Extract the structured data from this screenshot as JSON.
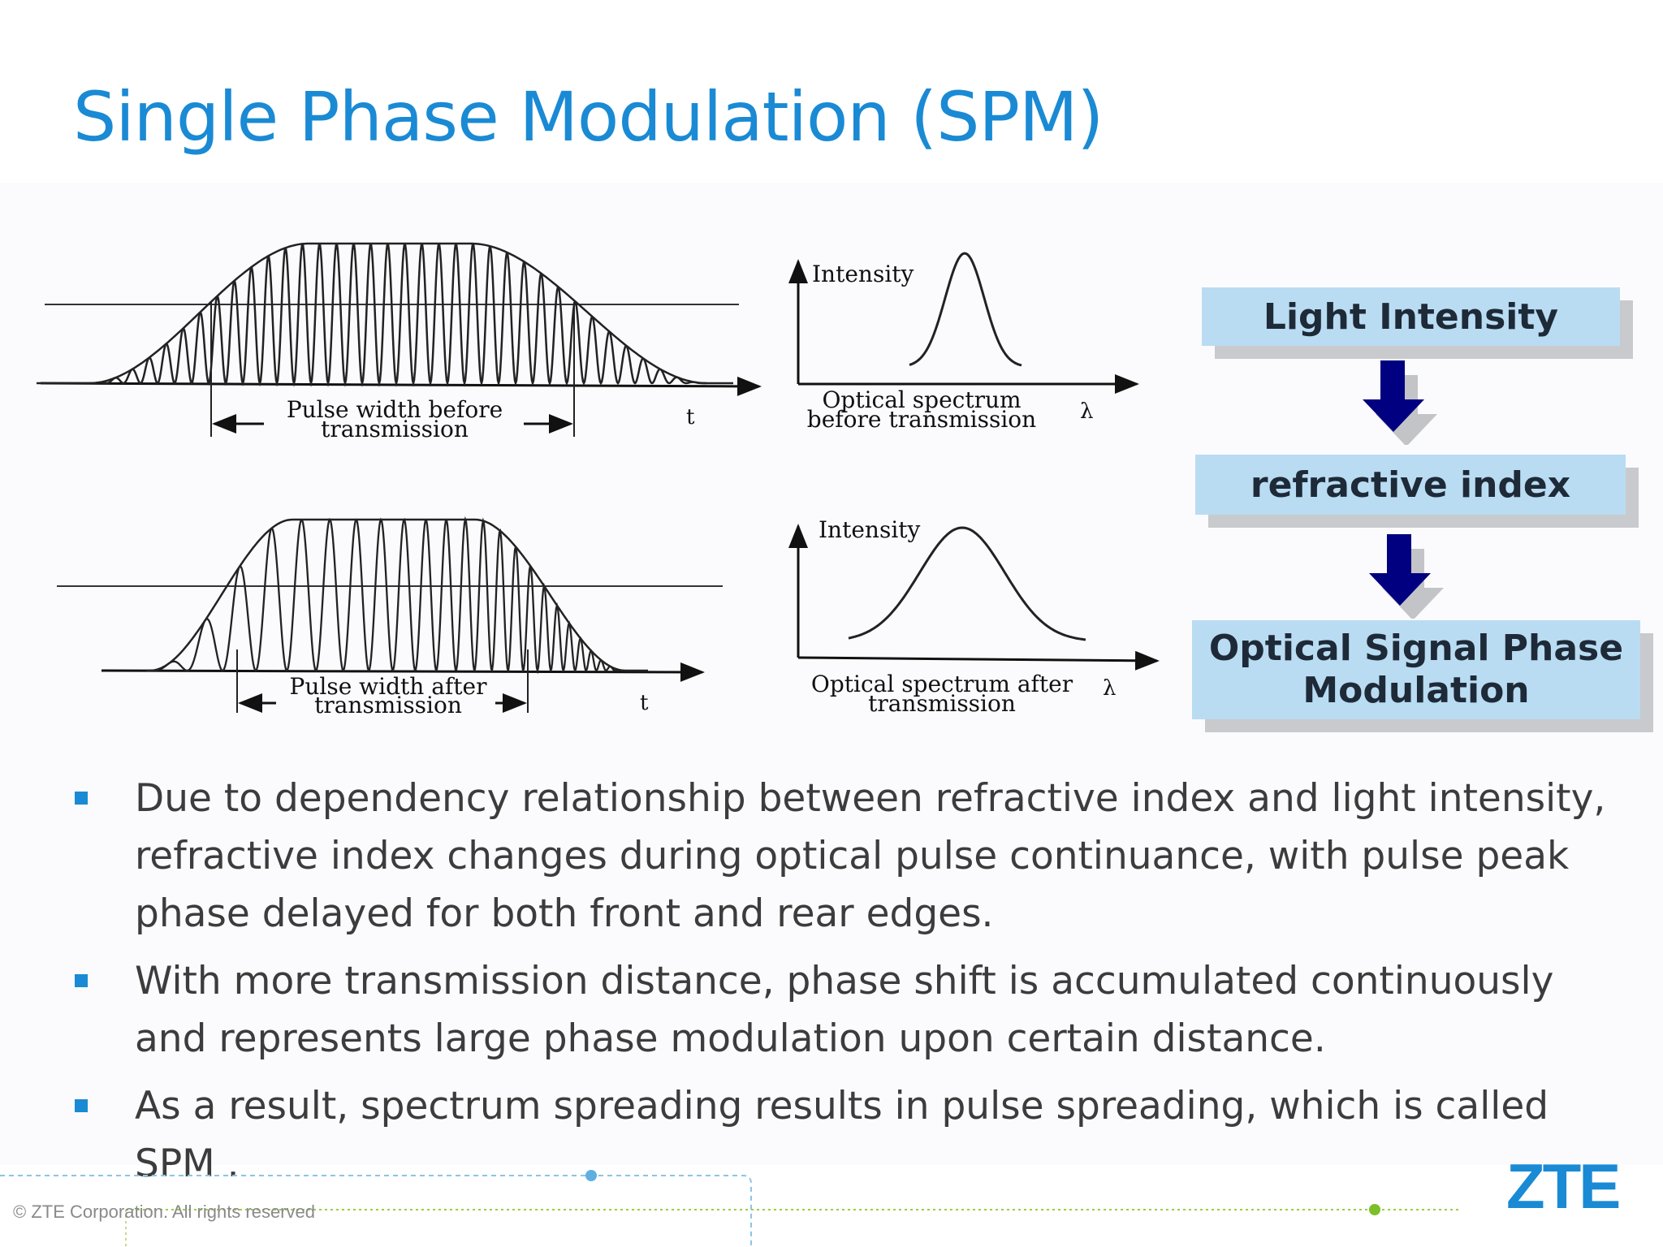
{
  "title": "Single Phase Modulation (SPM)",
  "diagram": {
    "pulse_before_label": [
      "Pulse width before",
      "transmission"
    ],
    "pulse_after_label": [
      "Pulse width after",
      "transmission"
    ],
    "time_axis": "t",
    "intensity_label": "Intensity",
    "wavelength_axis": "λ",
    "spectrum_before_label": [
      "Optical spectrum",
      "before transmission"
    ],
    "spectrum_after_label": [
      "Optical spectrum after",
      "transmission"
    ]
  },
  "flow": {
    "step1": "Light Intensity",
    "step2": "refractive index",
    "step3_line1": "Optical Signal Phase",
    "step3_line2": "Modulation",
    "box_color": "#b9dcf2",
    "arrow_color": "#000080"
  },
  "bullets": [
    "Due to dependency relationship between refractive index and light intensity, refractive index changes during optical pulse continuance, with pulse peak phase delayed for both front and rear edges.",
    "With more transmission distance, phase shift is accumulated continuously and represents large phase modulation upon certain distance.",
    "As a result, spectrum spreading results in pulse spreading, which is called SPM ."
  ],
  "footer": {
    "copyright": "© ZTE Corporation. All rights reserved",
    "logo": "ZTE"
  },
  "colors": {
    "title": "#1a8ad4",
    "accent": "#1a8ad4",
    "body_text": "#3c3c3c"
  }
}
